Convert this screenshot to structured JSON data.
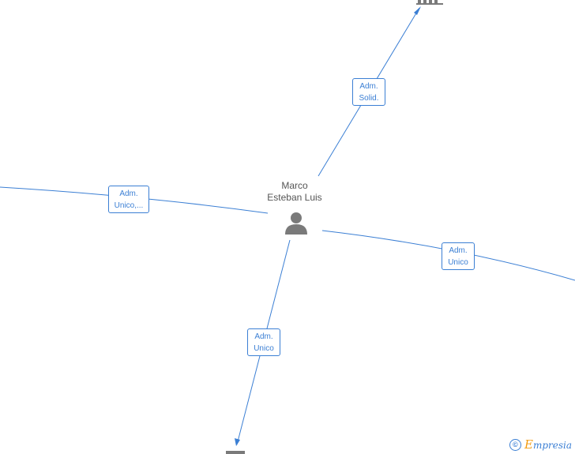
{
  "center_node": {
    "name_line1": "Marco",
    "name_line2": "Esteban Luis",
    "icon": "person-icon"
  },
  "edges": [
    {
      "id": "top",
      "label_line1": "Adm.",
      "label_line2": "Solid.",
      "target_icon": "building-icon"
    },
    {
      "id": "left",
      "label_line1": "Adm.",
      "label_line2": "Unico,..."
    },
    {
      "id": "right",
      "label_line1": "Adm.",
      "label_line2": "Unico"
    },
    {
      "id": "bottom",
      "label_line1": "Adm.",
      "label_line2": "Unico"
    }
  ],
  "footer": {
    "copyright_symbol": "©",
    "brand_first": "E",
    "brand_rest": "mpresia"
  },
  "colors": {
    "edge": "#3b7fd4",
    "node_icon": "#7a7a7a",
    "brand_accent": "#f39c12"
  }
}
